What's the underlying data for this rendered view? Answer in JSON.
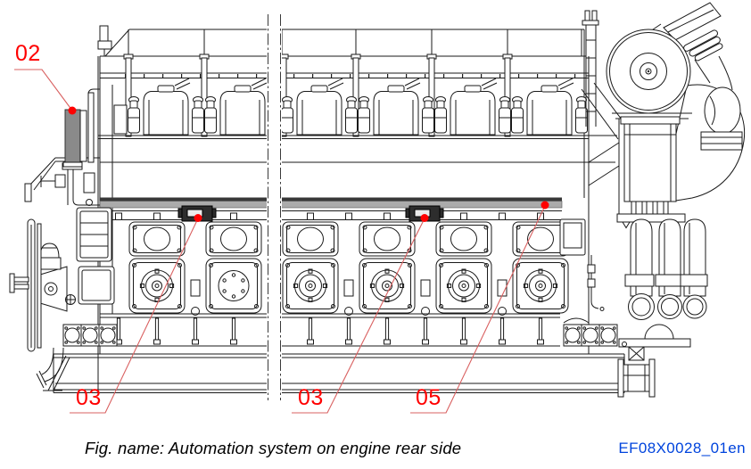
{
  "figure": {
    "caption": "Fig. name: Automation system on engine rear side",
    "drawing_code": "EF08X0028_01en"
  },
  "callouts": [
    {
      "label": "02"
    },
    {
      "label": "03"
    },
    {
      "label": "03"
    },
    {
      "label": "05"
    }
  ],
  "colors": {
    "callout-red": "#ff0000",
    "leader-red": "#d96060",
    "code-blue": "#0044dd",
    "cabinet-gray": "#8a8a8a",
    "rail-gray": "#ababab",
    "rail-dark": "#383838",
    "line-dark": "#1a1a1a"
  }
}
